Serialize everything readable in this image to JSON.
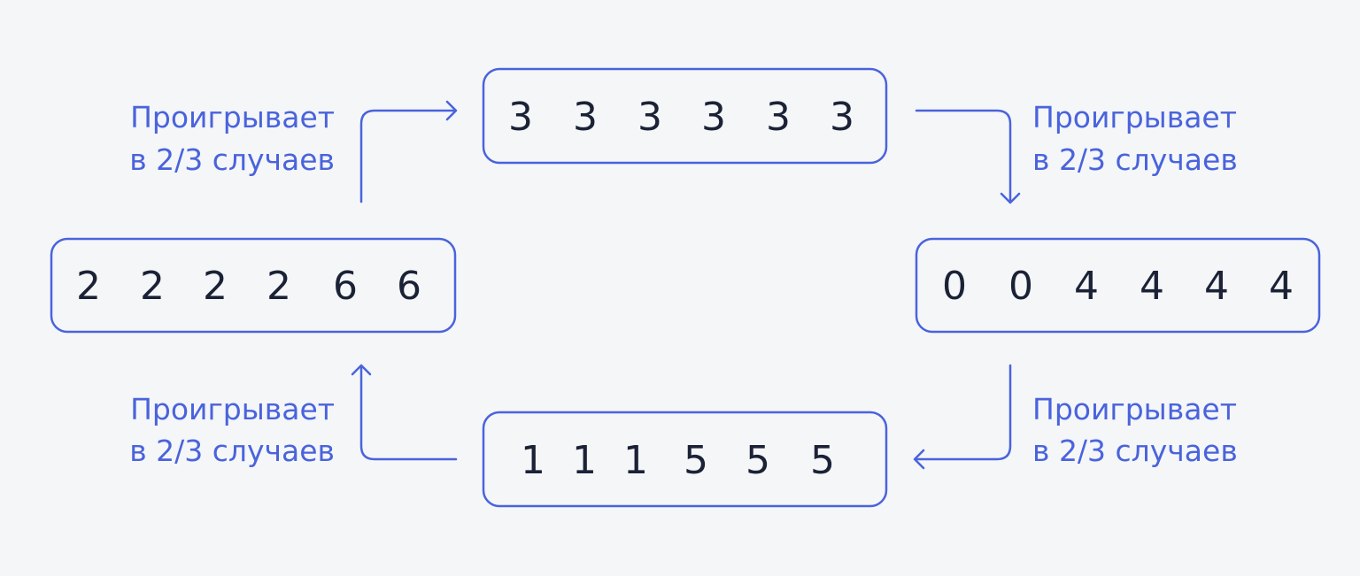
{
  "dice": {
    "top": {
      "faces": [
        "3",
        "3",
        "3",
        "3",
        "3",
        "3"
      ]
    },
    "right": {
      "faces": [
        "0",
        "0",
        "4",
        "4",
        "4",
        "4"
      ]
    },
    "bottom": {
      "faces": [
        "1",
        "1",
        "1",
        "5",
        "5",
        "5"
      ]
    },
    "left": {
      "faces": [
        "2",
        "2",
        "2",
        "2",
        "6",
        "6"
      ]
    }
  },
  "captions": {
    "top_left": {
      "line1": "Проигрывает",
      "line2": "в 2/3 случаев"
    },
    "top_right": {
      "line1": "Проигрывает",
      "line2": "в 2/3 случаев"
    },
    "bottom_left": {
      "line1": "Проигрывает",
      "line2": "в 2/3 случаев"
    },
    "bottom_right": {
      "line1": "Проигрывает",
      "line2": "в 2/3 случаев"
    }
  },
  "colors": {
    "accent": "#4a63dc",
    "text": "#1b2236",
    "background": "#f4f6f8"
  }
}
